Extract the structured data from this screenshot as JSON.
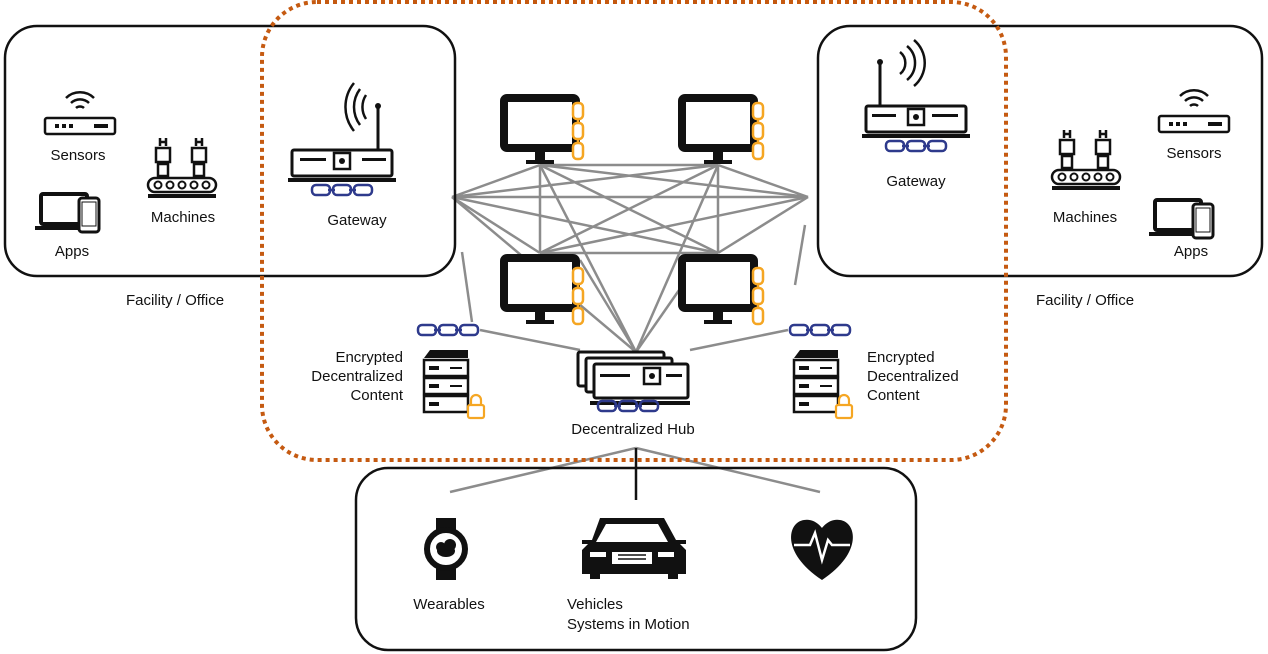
{
  "labels": {
    "sensors_left": "Sensors",
    "apps_left": "Apps",
    "machines_left": "Machines",
    "gateway_left": "Gateway",
    "facility_left": "Facility / Office",
    "gateway_right": "Gateway",
    "machines_right": "Machines",
    "sensors_right": "Sensors",
    "apps_right": "Apps",
    "facility_right": "Facility / Office",
    "content_left": [
      "Encrypted",
      "Decentralized",
      "Content"
    ],
    "content_right": [
      "Encrypted",
      "Decentralized",
      "Content"
    ],
    "hub": "Decentralized Hub",
    "wearables": "Wearables",
    "vehicles": [
      "Vehicles",
      "Systems in Motion"
    ]
  },
  "colors": {
    "network_boundary": "#c55a11",
    "chain_orange": "#f5a623",
    "chain_blue": "#2e3a8c",
    "connection_line": "#8c8c8c",
    "outline": "#111111"
  },
  "icons": [
    "router-icon",
    "mobile-devices-icon",
    "robot-arm-icon",
    "gateway-icon",
    "monitor-node-icon",
    "blockchain-chain-icon",
    "server-rack-icon",
    "lock-icon",
    "hub-icon",
    "smartwatch-icon",
    "car-icon",
    "heart-icon"
  ]
}
